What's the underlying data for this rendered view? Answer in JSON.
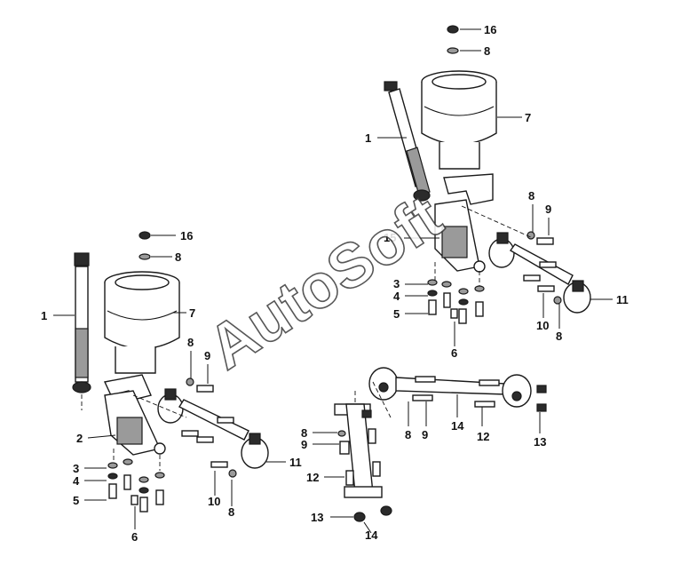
{
  "watermark": "AutoSoft",
  "callouts": {
    "c16a": "16",
    "c8a": "8",
    "c7a": "7",
    "c1a": "1",
    "c15": "15",
    "c8b": "8",
    "c9a": "9",
    "c3a": "3",
    "c4a": "4",
    "c5a": "5",
    "c6a": "6",
    "c11a": "11",
    "c10a": "10",
    "c8c": "8",
    "c16b": "16",
    "c8d": "8",
    "c1b": "1",
    "c7b": "7",
    "c8e": "8",
    "c9b": "9",
    "c2": "2",
    "c11b": "11",
    "c3b": "3",
    "c4b": "4",
    "c5b": "5",
    "c6b": "6",
    "c10b": "10",
    "c8f": "8",
    "c8g": "8",
    "c9c": "9",
    "c14a": "14",
    "c12a": "12",
    "c13a": "13",
    "c8h": "8",
    "c9d": "9",
    "c12b": "12",
    "c13b": "13",
    "c14b": "14"
  }
}
